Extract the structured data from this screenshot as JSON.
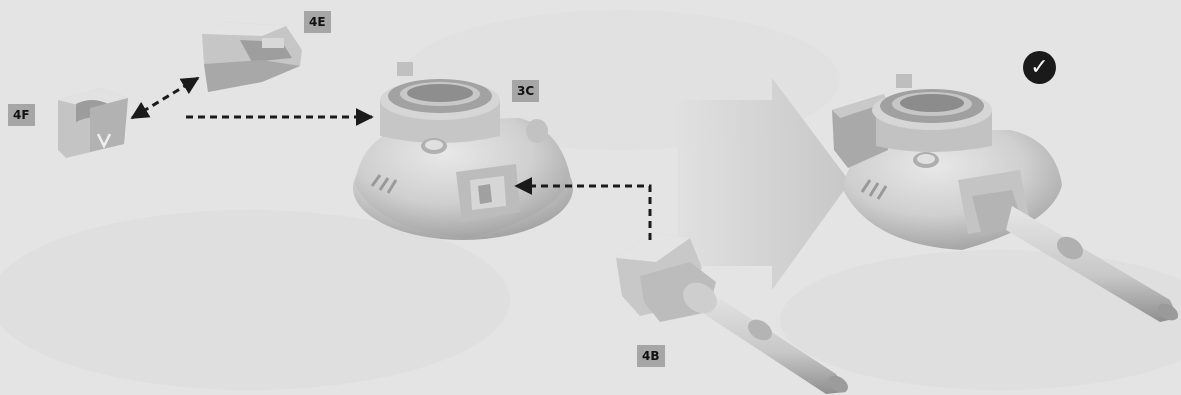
{
  "labels": {
    "part_4e": "4E",
    "part_4f": "4F",
    "part_3c": "3C",
    "part_4b": "4B"
  },
  "icons": {
    "done": "check-circle-icon"
  },
  "colors": {
    "background": "#e4e4e4",
    "part_fill": "#d2d2d2",
    "part_shadow": "#a9a9a9",
    "badge": "#a6a6a6",
    "arrow": "#1a1a1a",
    "big_arrow": "#c8c8c8"
  }
}
